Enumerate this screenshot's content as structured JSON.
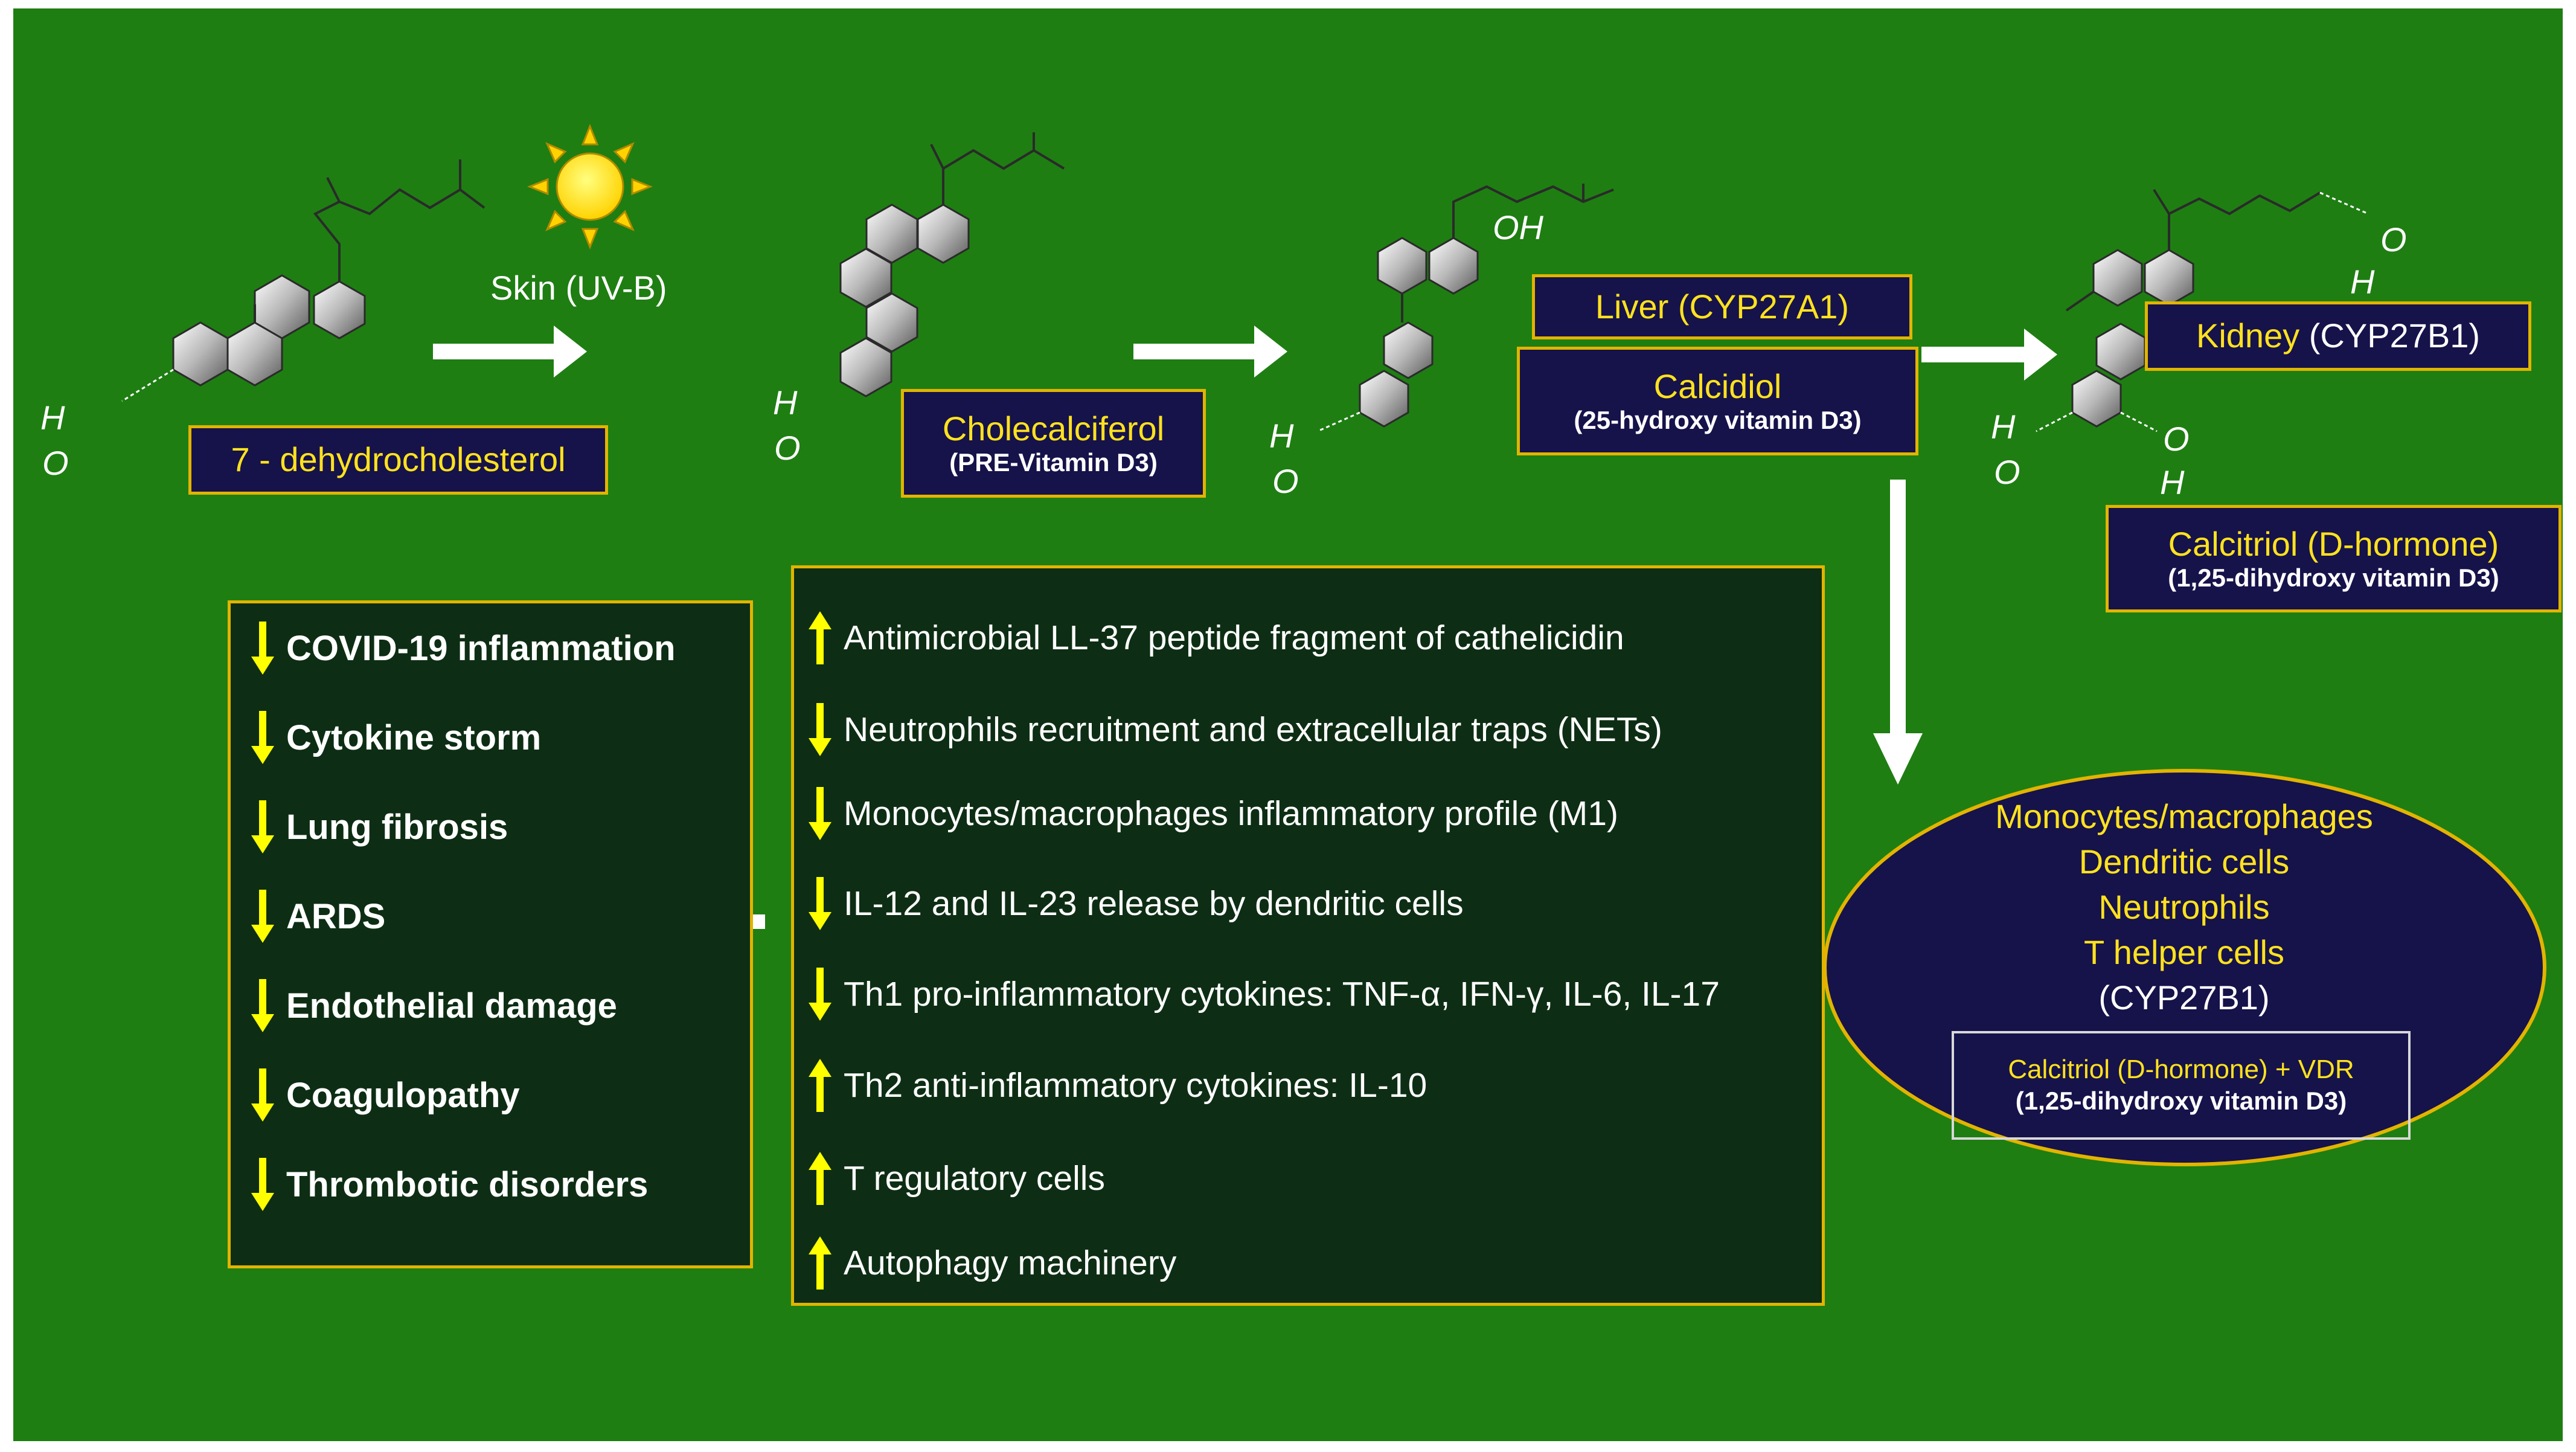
{
  "compounds": {
    "dehydrocholesterol": {
      "label": "7 - dehydrocholesterol"
    },
    "cholecalciferol": {
      "label": "Cholecalciferol",
      "sub": "(PRE-Vitamin D3)"
    },
    "calcidiol": {
      "organ": "Liver (CYP27A1)",
      "label": "Calcidiol",
      "sub": "(25-hydroxy vitamin D3)"
    },
    "calcitriol": {
      "organ_prefix": "Kidney",
      "organ_enzyme": " (CYP27B1)",
      "label": "Calcitriol (D-hormone)",
      "sub": "(1,25-dihydroxy vitamin D3)"
    }
  },
  "step_label": "Skin (UV-B)",
  "atoms": {
    "h": "H",
    "o": "O",
    "oh": "OH"
  },
  "cells": {
    "items": [
      "Monocytes/macrophages",
      "Dendritic cells",
      "Neutrophils",
      "T helper cells"
    ],
    "enzyme": "(CYP27B1)",
    "complex_label": "Calcitriol (D-hormone) + VDR",
    "complex_sub": "(1,25-dihydroxy vitamin D3)"
  },
  "effects": [
    {
      "dir": "up",
      "text": "Antimicrobial LL-37 peptide fragment of cathelicidin"
    },
    {
      "dir": "down",
      "text": "Neutrophils recruitment and extracellular traps (NETs)"
    },
    {
      "dir": "down",
      "text": "Monocytes/macrophages inflammatory profile (M1)"
    },
    {
      "dir": "down",
      "text": "IL-12 and IL-23 release by dendritic cells"
    },
    {
      "dir": "down",
      "text": "Th1 pro-inflammatory cytokines: TNF-α, IFN-γ, IL-6, IL-17"
    },
    {
      "dir": "up",
      "text": "Th2 anti-inflammatory cytokines: IL-10"
    },
    {
      "dir": "up",
      "text": "T regulatory cells"
    },
    {
      "dir": "up",
      "text": "Autophagy machinery"
    }
  ],
  "outcomes": [
    {
      "dir": "down",
      "text": "COVID-19 inflammation"
    },
    {
      "dir": "down",
      "text": "Cytokine storm"
    },
    {
      "dir": "down",
      "text": "Lung fibrosis"
    },
    {
      "dir": "down",
      "text": "ARDS"
    },
    {
      "dir": "down",
      "text": "Endothelial damage"
    },
    {
      "dir": "down",
      "text": "Coagulopathy"
    },
    {
      "dir": "down",
      "text": "Thrombotic disorders"
    }
  ],
  "colors": {
    "background": "#1e7e12",
    "panel": "#0d2e14",
    "label_fill": "#16124a",
    "border": "#e2b400",
    "highlight_text": "#ffe21e",
    "arrow_yellow": "#ffff00"
  }
}
